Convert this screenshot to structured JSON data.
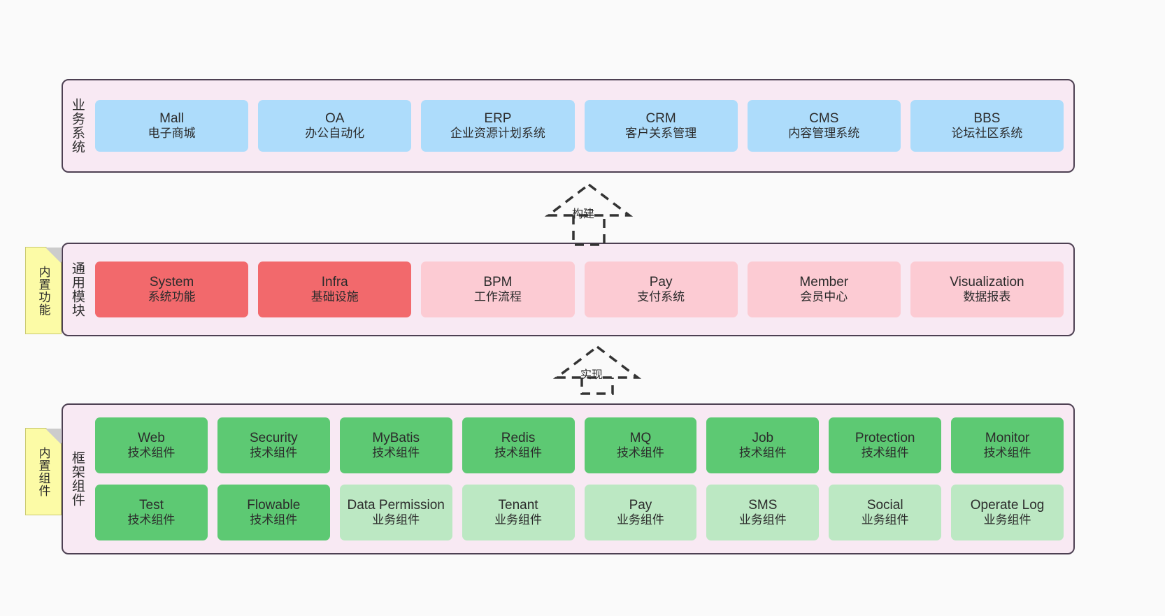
{
  "diagram": {
    "title": "系统架构分层图",
    "background": "#fafafa",
    "colors": {
      "layer_bg": "#F8E9F3",
      "layer_border": "#4D4052",
      "blue": "#ADDCFB",
      "red_strong": "#F2696C",
      "red_soft": "#FCCBD3",
      "green_strong": "#5DC973",
      "green_soft": "#BCE8C3",
      "note_yellow": "#FCFBA6",
      "note_fold": "#CCCCCC"
    }
  },
  "layers": [
    {
      "id": "business",
      "title": "业务系统",
      "rows": [
        {
          "nodes": [
            {
              "en": "Mall",
              "cn": "电子商城",
              "style": "blue"
            },
            {
              "en": "OA",
              "cn": "办公自动化",
              "style": "blue"
            },
            {
              "en": "ERP",
              "cn": "企业资源计划系统",
              "style": "blue"
            },
            {
              "en": "CRM",
              "cn": "客户关系管理",
              "style": "blue"
            },
            {
              "en": "CMS",
              "cn": "内容管理系统",
              "style": "blue"
            },
            {
              "en": "BBS",
              "cn": "论坛社区系统",
              "style": "blue"
            }
          ]
        }
      ]
    },
    {
      "id": "common",
      "title": "通用模块",
      "note": "内置功能",
      "rows": [
        {
          "nodes": [
            {
              "en": "System",
              "cn": "系统功能",
              "style": "red-strong"
            },
            {
              "en": "Infra",
              "cn": "基础设施",
              "style": "red-strong"
            },
            {
              "en": "BPM",
              "cn": "工作流程",
              "style": "red-soft"
            },
            {
              "en": "Pay",
              "cn": "支付系统",
              "style": "red-soft"
            },
            {
              "en": "Member",
              "cn": "会员中心",
              "style": "red-soft"
            },
            {
              "en": "Visualization",
              "cn": "数据报表",
              "style": "red-soft"
            }
          ]
        }
      ]
    },
    {
      "id": "framework",
      "title": "框架组件",
      "note": "内置组件",
      "rows": [
        {
          "nodes": [
            {
              "en": "Web",
              "cn": "技术组件",
              "style": "green-strong"
            },
            {
              "en": "Security",
              "cn": "技术组件",
              "style": "green-strong"
            },
            {
              "en": "MyBatis",
              "cn": "技术组件",
              "style": "green-strong"
            },
            {
              "en": "Redis",
              "cn": "技术组件",
              "style": "green-strong"
            },
            {
              "en": "MQ",
              "cn": "技术组件",
              "style": "green-strong"
            },
            {
              "en": "Job",
              "cn": "技术组件",
              "style": "green-strong"
            },
            {
              "en": "Protection",
              "cn": "技术组件",
              "style": "green-strong"
            },
            {
              "en": "Monitor",
              "cn": "技术组件",
              "style": "green-strong"
            }
          ]
        },
        {
          "nodes": [
            {
              "en": "Test",
              "cn": "技术组件",
              "style": "green-strong"
            },
            {
              "en": "Flowable",
              "cn": "技术组件",
              "style": "green-strong"
            },
            {
              "en": "Data Permission",
              "cn": "业务组件",
              "style": "green-soft"
            },
            {
              "en": "Tenant",
              "cn": "业务组件",
              "style": "green-soft"
            },
            {
              "en": "Pay",
              "cn": "业务组件",
              "style": "green-soft"
            },
            {
              "en": "SMS",
              "cn": "业务组件",
              "style": "green-soft"
            },
            {
              "en": "Social",
              "cn": "业务组件",
              "style": "green-soft"
            },
            {
              "en": "Operate Log",
              "cn": "业务组件",
              "style": "green-soft"
            }
          ]
        }
      ]
    }
  ],
  "arrows": [
    {
      "id": "build",
      "label": "构建",
      "from": "common",
      "to": "business",
      "style": "dashed-generalization"
    },
    {
      "id": "realize",
      "label": "实现",
      "from": "framework",
      "to": "common",
      "style": "dashed-generalization"
    }
  ]
}
